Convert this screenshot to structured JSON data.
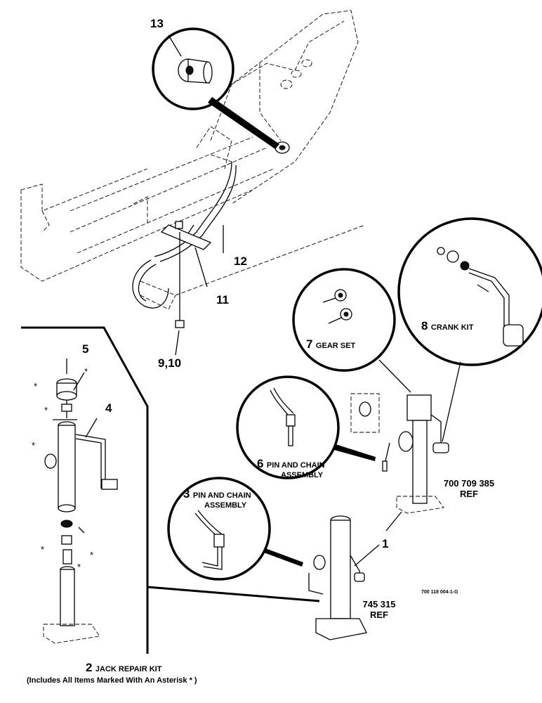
{
  "callouts": {
    "item_13": "13",
    "item_12": "12",
    "item_11": "11",
    "item_9_10": "9,10",
    "item_5": "5",
    "item_4": "4",
    "item_1": "1"
  },
  "insets": {
    "gear_set": {
      "number": "7",
      "label": "GEAR SET"
    },
    "crank_kit": {
      "number": "8",
      "label": "CRANK KIT"
    },
    "pin_chain_6": {
      "number": "6",
      "label_line1": "PIN AND CHAIN",
      "label_line2": "ASSEMBLY"
    },
    "pin_chain_3": {
      "number": "3",
      "label_line1": "PIN AND CHAIN",
      "label_line2": "ASSEMBLY"
    }
  },
  "references": {
    "jack_upper": {
      "line1": "700 709 385",
      "line2": "REF"
    },
    "jack_lower": {
      "line1": "745 315",
      "line2": "REF"
    }
  },
  "drawing_number": "700 118 004-1-G",
  "jack_repair_kit": {
    "number": "2",
    "label": "JACK REPAIR KIT",
    "note": "(Includes All Items Marked With An Asterisk",
    "asterisk": "*",
    "note_close": ")"
  }
}
